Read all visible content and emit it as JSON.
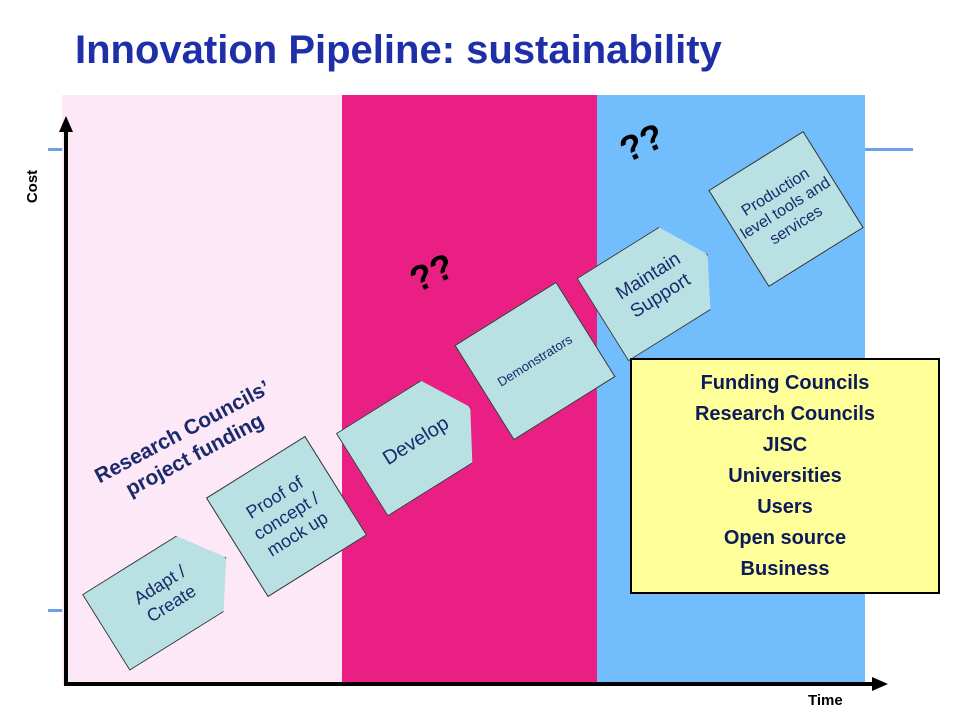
{
  "title": "Innovation Pipeline: sustainability",
  "axes": {
    "y_label": "Cost",
    "x_label": "Time"
  },
  "funding_label": "Research Councils’ project funding",
  "question_marks": [
    "??",
    "??"
  ],
  "stages": [
    {
      "id": "adapt",
      "label": "Adapt / Create"
    },
    {
      "id": "proof",
      "label": "Proof of concept / mock up"
    },
    {
      "id": "develop",
      "label": "Develop"
    },
    {
      "id": "demonstrators",
      "label": "Demonstrators"
    },
    {
      "id": "maintain",
      "label": "Maintain Support"
    },
    {
      "id": "production",
      "label": "Production level tools and services"
    }
  ],
  "funders": [
    "Funding Councils",
    "Research Councils",
    "JISC",
    "Universities",
    "Users",
    "Open source",
    "Business"
  ],
  "colors": {
    "title": "#1f2fa8",
    "band_research": "#fde8f8",
    "band_develop": "#ea1f84",
    "band_maintain": "#72bdfb",
    "stage_fill": "#b9e0e3",
    "funders_fill": "#ffff99"
  },
  "icons": {
    "y_axis": "arrow-up-icon",
    "x_axis": "arrow-right-icon"
  }
}
